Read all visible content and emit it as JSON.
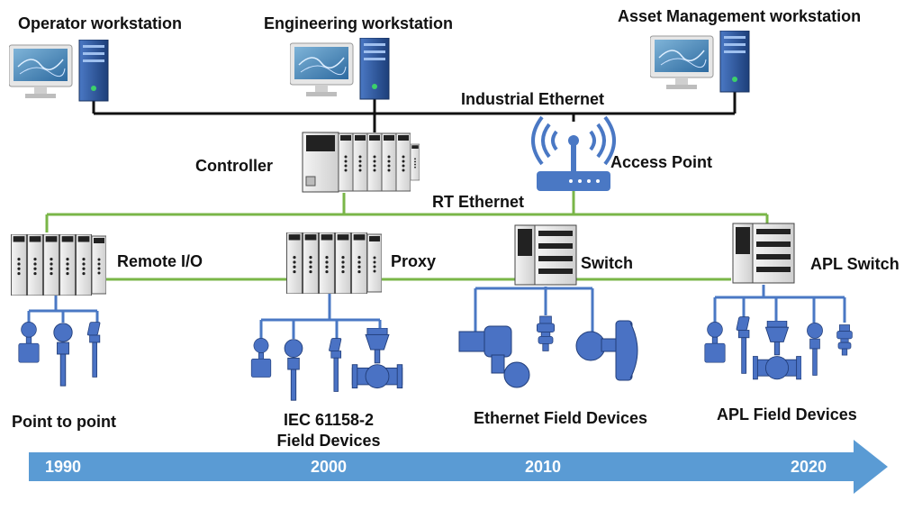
{
  "workstations": {
    "operator": "Operator workstation",
    "engineering": "Engineering workstation",
    "asset": "Asset Management workstation"
  },
  "networks": {
    "industrial_ethernet": "Industrial Ethernet",
    "rt_ethernet": "RT Ethernet"
  },
  "nodes": {
    "controller": "Controller",
    "access_point": "Access Point",
    "remote_io": "Remote I/O",
    "proxy": "Proxy",
    "switch": "Switch",
    "apl_switch": "APL Switch"
  },
  "device_groups": {
    "point_to_point": "Point to point",
    "iec_line1": "IEC 61158-2",
    "iec_line2": "Field Devices",
    "ethernet_field": "Ethernet Field Devices",
    "apl_field": "APL Field Devices"
  },
  "timeline": {
    "years": [
      "1990",
      "2000",
      "2010",
      "2020"
    ]
  },
  "colors": {
    "industrial_ethernet_line": "#111111",
    "rt_ethernet_line": "#7ab648",
    "fieldbus_line": "#4a78c4",
    "device_blue": "#4a72c4",
    "timeline_arrow": "#5a9bd4"
  }
}
